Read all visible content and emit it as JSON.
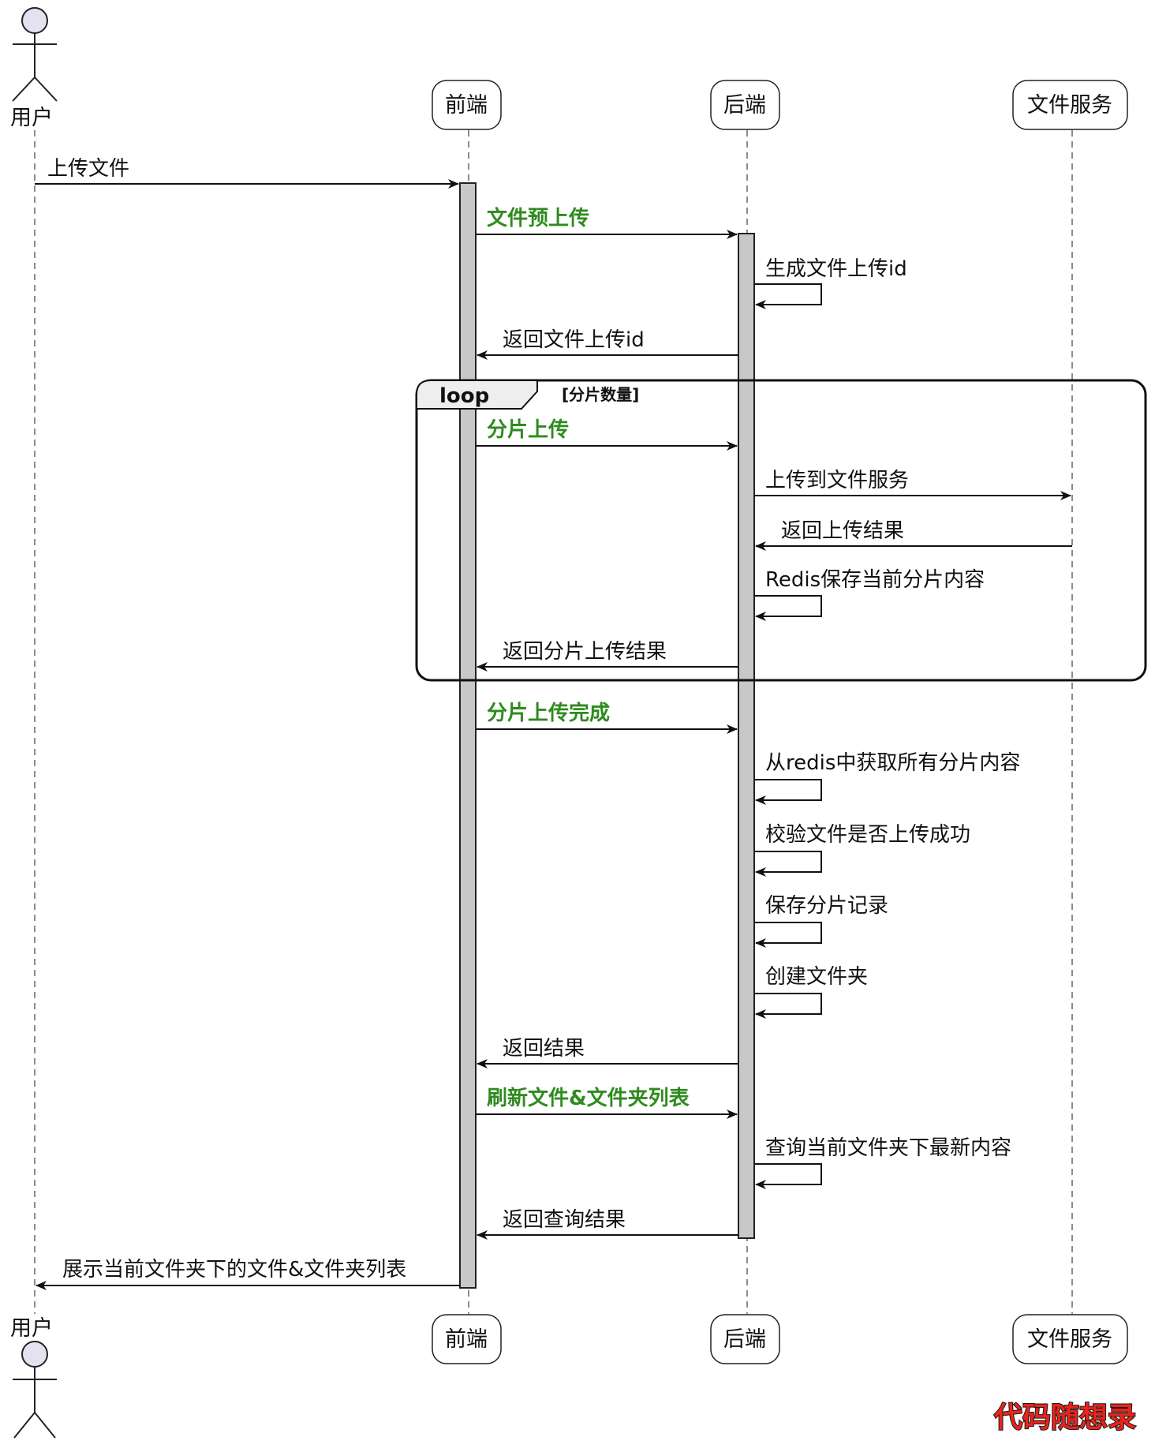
{
  "participants": {
    "user": "用户",
    "frontend": "前端",
    "backend": "后端",
    "file_service": "文件服务"
  },
  "loop": {
    "label": "loop",
    "condition": "[分片数量]"
  },
  "messages": [
    {
      "text": "上传文件",
      "highlight": false
    },
    {
      "text": "文件预上传",
      "highlight": true
    },
    {
      "text": "生成文件上传id",
      "highlight": false
    },
    {
      "text": "返回文件上传id",
      "highlight": false
    },
    {
      "text": "分片上传",
      "highlight": true
    },
    {
      "text": "上传到文件服务",
      "highlight": false
    },
    {
      "text": "返回上传结果",
      "highlight": false
    },
    {
      "text": "Redis保存当前分片内容",
      "highlight": false
    },
    {
      "text": "返回分片上传结果",
      "highlight": false
    },
    {
      "text": "分片上传完成",
      "highlight": true
    },
    {
      "text": "从redis中获取所有分片内容",
      "highlight": false
    },
    {
      "text": "校验文件是否上传成功",
      "highlight": false
    },
    {
      "text": "保存分片记录",
      "highlight": false
    },
    {
      "text": "创建文件夹",
      "highlight": false
    },
    {
      "text": "返回结果",
      "highlight": false
    },
    {
      "text": "刷新文件&文件夹列表",
      "highlight": true
    },
    {
      "text": "查询当前文件夹下最新内容",
      "highlight": false
    },
    {
      "text": "返回查询结果",
      "highlight": false
    },
    {
      "text": "展示当前文件夹下的文件&文件夹列表",
      "highlight": false
    }
  ],
  "watermark": "代码随想录",
  "colors": {
    "highlight": "#2e8b1e",
    "activation_fill": "#c8c8c8",
    "actor_head": "#e2e2f0",
    "loop_header_fill": "#eeeeee",
    "watermark": "#e8241c"
  }
}
